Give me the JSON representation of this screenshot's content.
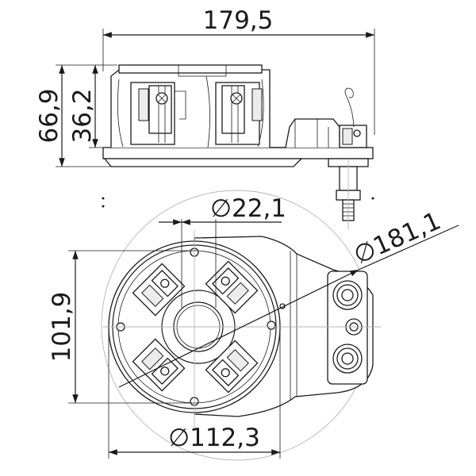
{
  "dimensions": {
    "width_total": "179,5",
    "height_total": "66,9",
    "height_inner": "36,2",
    "bore_diameter": "∅22,1",
    "outer_diameter": "∅181,1",
    "body_height": "101,9",
    "body_diameter": "∅112,3"
  }
}
